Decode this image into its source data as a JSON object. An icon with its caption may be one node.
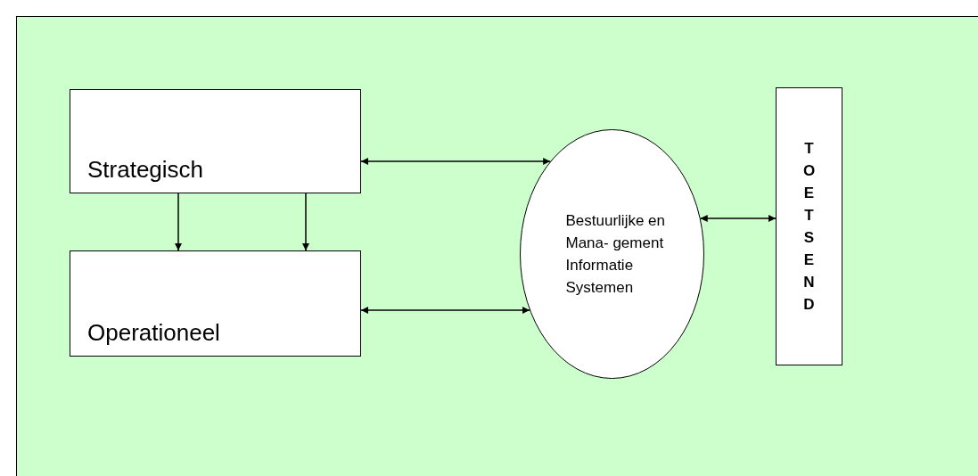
{
  "diagram": {
    "nodes": [
      {
        "text": [
          "Strategisch"
        ]
      },
      {
        "text": [
          "Operationeel"
        ]
      },
      {
        "text": [
          "Bestuurlijke en Mana- gement Informatie Systemen"
        ]
      },
      {
        "text": [
          "TOETSEND"
        ]
      }
    ],
    "edges": [
      {
        "from": 0,
        "to": 1,
        "arrow": "to"
      },
      {
        "from": 0,
        "to": 1,
        "arrow": "to"
      },
      {
        "from": 0,
        "to": 2,
        "arrow": "both"
      },
      {
        "from": 1,
        "to": 2,
        "arrow": "both"
      },
      {
        "from": 2,
        "to": 3,
        "arrow": "both"
      }
    ]
  }
}
